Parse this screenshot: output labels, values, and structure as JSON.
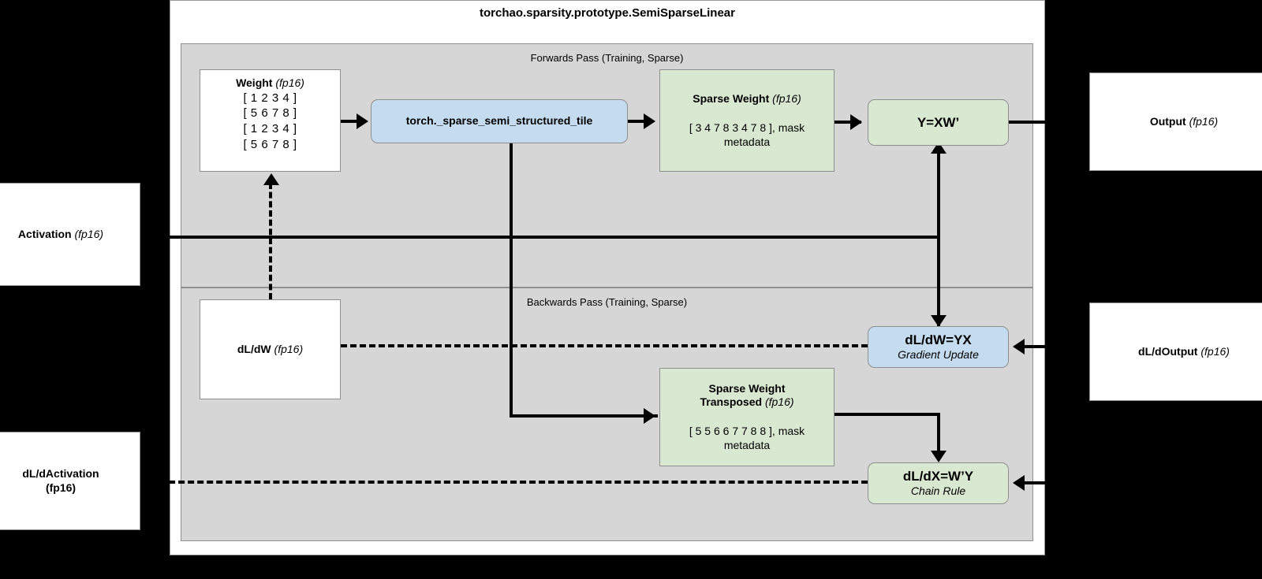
{
  "module": {
    "title": "torchao.sparsity.prototype.SemiSparseLinear"
  },
  "panels": {
    "forward_label": "Forwards Pass (Training, Sparse)",
    "backward_label": "Backwards Pass (Training, Sparse)"
  },
  "colors": {
    "panel_gray": "#d6d6d6",
    "green_node": "#d9e8d1",
    "blue_node": "#c5dcf0",
    "white_node": "#ffffff",
    "border": "#8f8f8f",
    "line": "#000000"
  },
  "nodes": {
    "weight": {
      "title": "Weight",
      "dtype": "(fp16)",
      "rows": [
        "[ 1 2 3 4 ]",
        "[ 5 6 7 8 ]",
        "[ 1 2 3 4 ]",
        "[ 5 6 7 8 ]"
      ]
    },
    "tile": {
      "label": "torch._sparse_semi_structured_tile"
    },
    "sparse_weight": {
      "title": "Sparse Weight",
      "dtype": "(fp16)",
      "values": "[ 3 4 7 8 3 4 7 8 ], mask",
      "values_line2": "metadata"
    },
    "y": {
      "label": "Y=XW’"
    },
    "output": {
      "title": "Output",
      "dtype": "(fp16)"
    },
    "activation": {
      "title": "Activation",
      "dtype": "(fp16)"
    },
    "dldw": {
      "title": "dL/dW",
      "dtype": "(fp16)"
    },
    "sparse_weight_transposed": {
      "title_line1": "Sparse Weight",
      "title_line2": "Transposed",
      "dtype": "(fp16)",
      "values": "[ 5 5 6 6 7 7 8 8 ], mask",
      "values_line2": "metadata"
    },
    "gradient_update": {
      "label": "dL/dW=YX",
      "caption": "Gradient Update"
    },
    "chain_rule": {
      "label": "dL/dX=W’Y",
      "caption": "Chain Rule"
    },
    "dldoutput": {
      "title": "dL/dOutput",
      "dtype": "(fp16)"
    },
    "dldactivation": {
      "title": "dL/dActivation",
      "dtype": "(fp16)"
    }
  }
}
